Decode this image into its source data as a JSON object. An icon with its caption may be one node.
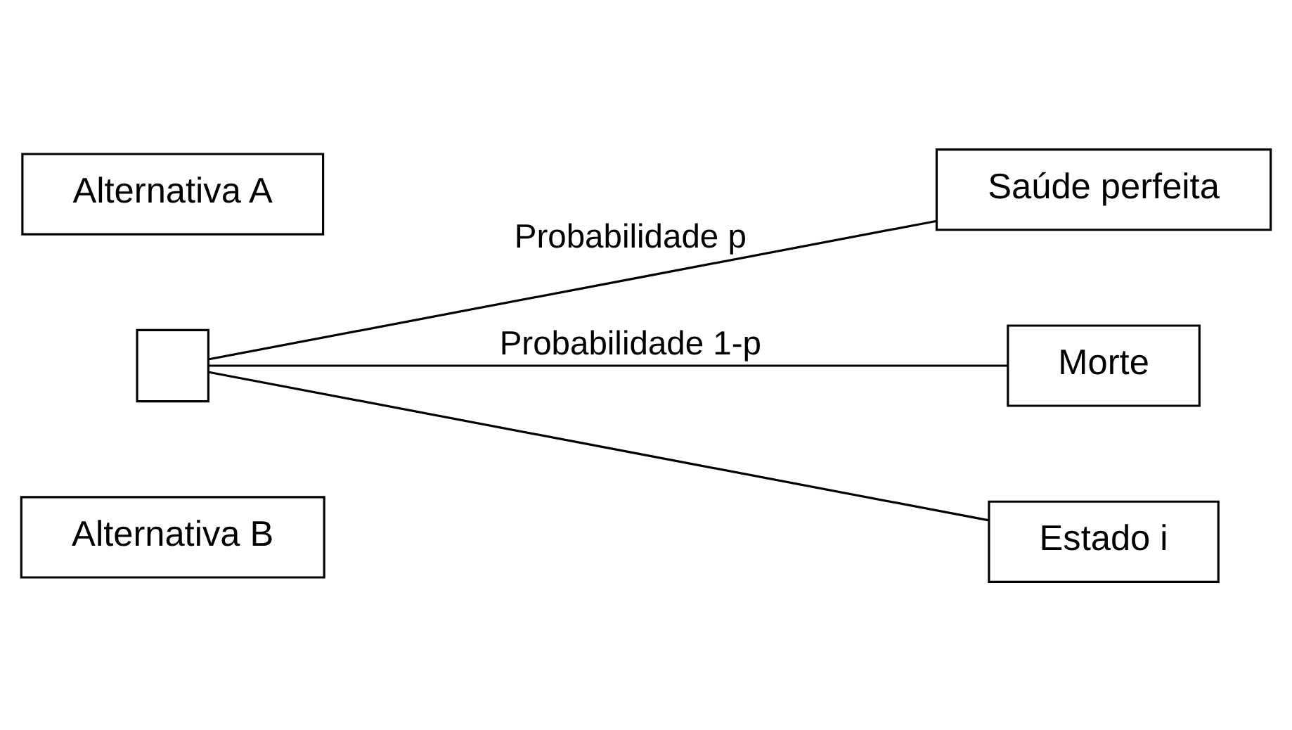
{
  "diagram": {
    "nodes": [
      {
        "text": [],
        "shape": "box"
      },
      {
        "text": [
          "Alternativa A"
        ]
      },
      {
        "text": [
          "Alternativa B"
        ]
      },
      {
        "text": [
          "Saúde perfeita"
        ]
      },
      {
        "text": [
          "Morte"
        ]
      },
      {
        "text": [
          "Estado i"
        ]
      }
    ],
    "edges": [
      {
        "from": 0,
        "to": 3,
        "arrow": "none",
        "label": "Probabilidade p"
      },
      {
        "from": 0,
        "to": 4,
        "arrow": "none",
        "label": "Probabilidade 1-p"
      },
      {
        "from": 0,
        "to": 5,
        "arrow": "none"
      }
    ]
  }
}
